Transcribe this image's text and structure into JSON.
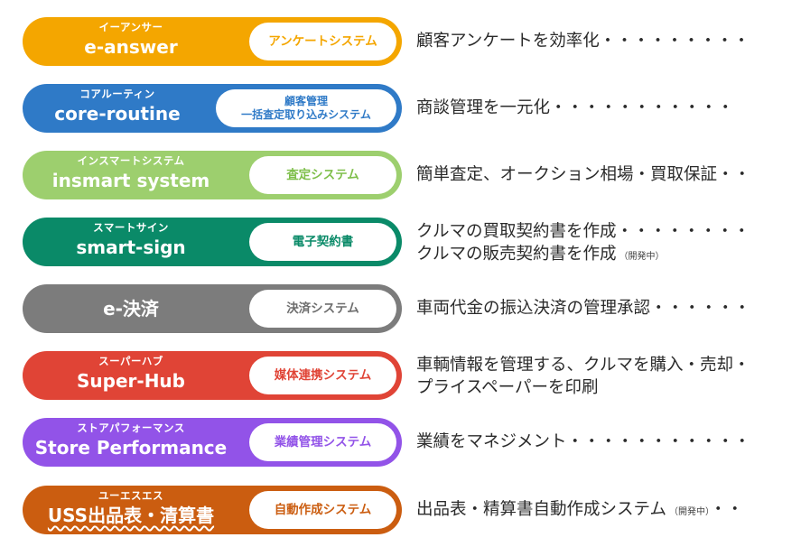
{
  "rows": [
    {
      "color": "#F4A600",
      "kana": "イーアンサー",
      "name": "e-answer",
      "badge": "アンケートシステム",
      "desc": [
        "顧客アンケートを効率化・・・・・・・・・"
      ]
    },
    {
      "color": "#2F7AC7",
      "kana": "コアルーティン",
      "name": "core-routine",
      "badge_lines": [
        "顧客管理",
        "一括査定取り込みシステム"
      ],
      "desc": [
        "商談管理を一元化・・・・・・・・・・・"
      ]
    },
    {
      "color": "#9DCF6E",
      "kana": "インスマートシステム",
      "name": "insmart system",
      "badge": "査定システム",
      "desc": [
        "簡単査定、オークション相場・買取保証・・"
      ]
    },
    {
      "color": "#0A8A68",
      "kana": "スマートサイン",
      "name": "smart-sign",
      "badge": "電子契約書",
      "desc": [
        "クルマの買取契約書を作成・・・・・・・・",
        "クルマの販売契約書を作成"
      ],
      "note": "（開発中）"
    },
    {
      "color": "#7C7C7C",
      "name": "e-決済",
      "badge": "決済システム",
      "desc": [
        "車両代金の振込決済の管理承認・・・・・・"
      ]
    },
    {
      "color": "#E04436",
      "kana": "スーパーハブ",
      "name": "Super-Hub",
      "badge": "媒体連携システム",
      "desc": [
        "車輌情報を管理する、クルマを購入・売却・",
        "プライスペーパーを印刷"
      ]
    },
    {
      "color": "#9253E8",
      "kana": "ストアパフォーマンス",
      "name": "Store Performance",
      "badge": "業績管理システム",
      "desc": [
        "業績をマネジメント・・・・・・・・・・・"
      ]
    },
    {
      "color": "#CB5D10",
      "kana": "ユーエスエス",
      "name": "USS出品表・清算書",
      "badge": "自動作成システム",
      "desc": [
        "出品表・精算書自動作成システム"
      ],
      "note": "（開発中）",
      "desc_tail": "・・"
    }
  ]
}
